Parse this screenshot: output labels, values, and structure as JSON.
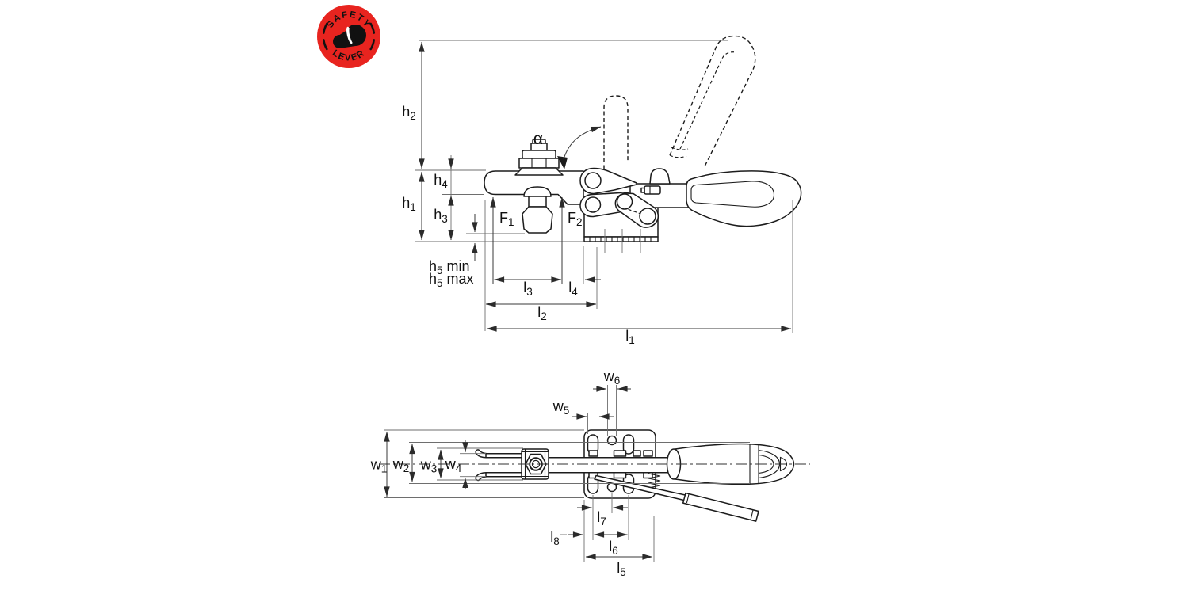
{
  "theme": {
    "line": "#1c1c1c",
    "dim": "#383838",
    "badge-bg": "#e8241f",
    "badge-fg": "#111111"
  },
  "badge": {
    "top_text": "SAFETY",
    "bottom_text": "LEVER",
    "icon": "toggle-clamp-knob-icon",
    "bg_color": "#e8241f",
    "fg_color": "#111111"
  },
  "labels": {
    "h1": {
      "base": "h",
      "sub": "1"
    },
    "h2": {
      "base": "h",
      "sub": "2"
    },
    "h3": {
      "base": "h",
      "sub": "3"
    },
    "h4": {
      "base": "h",
      "sub": "4"
    },
    "h5min": {
      "base": "h",
      "sub": "5",
      "suffix": " min"
    },
    "h5max": {
      "base": "h",
      "sub": "5",
      "suffix": " max"
    },
    "l1": {
      "base": "l",
      "sub": "1"
    },
    "l2": {
      "base": "l",
      "sub": "2"
    },
    "l3": {
      "base": "l",
      "sub": "3"
    },
    "l4": {
      "base": "l",
      "sub": "4"
    },
    "l5": {
      "base": "l",
      "sub": "5"
    },
    "l6": {
      "base": "l",
      "sub": "6"
    },
    "l7": {
      "base": "l",
      "sub": "7"
    },
    "l8": {
      "base": "l",
      "sub": "8"
    },
    "w1": {
      "base": "w",
      "sub": "1"
    },
    "w2": {
      "base": "w",
      "sub": "2"
    },
    "w3": {
      "base": "w",
      "sub": "3"
    },
    "w4": {
      "base": "w",
      "sub": "4"
    },
    "w5": {
      "base": "w",
      "sub": "5"
    },
    "w6": {
      "base": "w",
      "sub": "6"
    },
    "f1": {
      "base": "F",
      "sub": "1"
    },
    "f2": {
      "base": "F",
      "sub": "2"
    },
    "alpha": {
      "base": "α"
    }
  }
}
